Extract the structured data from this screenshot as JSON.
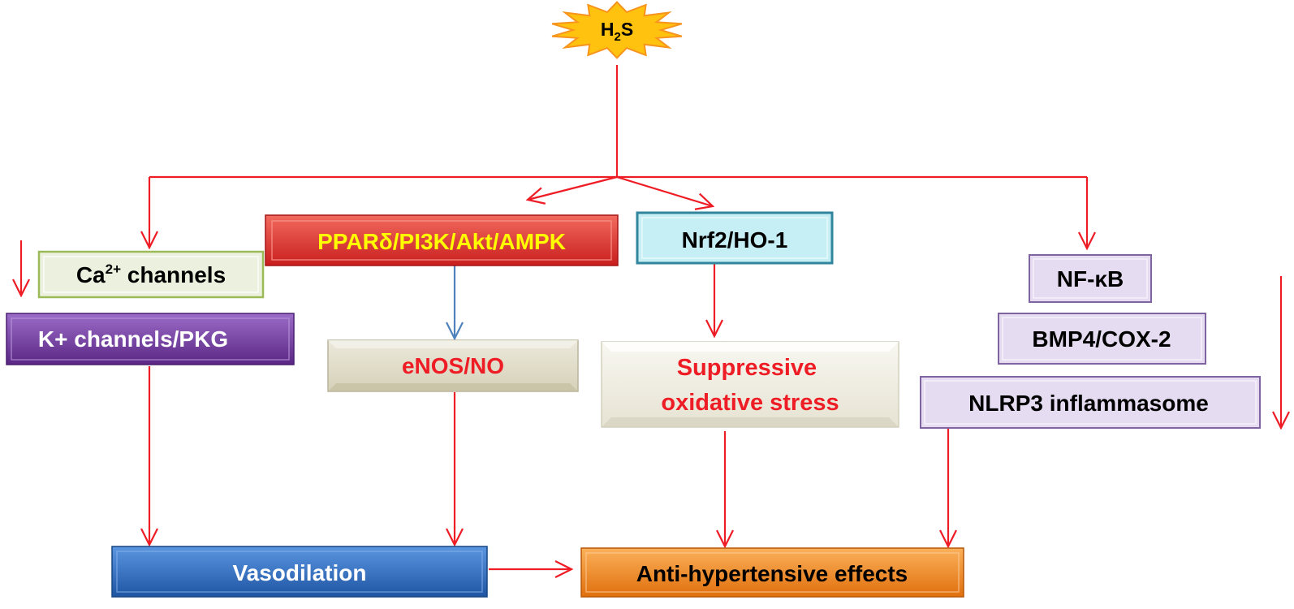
{
  "nodes": {
    "h2s": {
      "label_main": "H",
      "label_sub": "2",
      "label_end": "S"
    },
    "ca_channels": {
      "label_main": "Ca",
      "label_sup": "2+",
      "label_end": " channels"
    },
    "k_channels": {
      "label": "K+ channels/PKG"
    },
    "ppar": {
      "label": "PPARδ/PI3K/Akt/AMPK"
    },
    "nrf2": {
      "label": "Nrf2/HO-1"
    },
    "nfkb": {
      "label": "NF-κB"
    },
    "bmp4": {
      "label": "BMP4/COX-2"
    },
    "nlrp3": {
      "label": "NLRP3 inflammasome"
    },
    "enos": {
      "label": "eNOS/NO"
    },
    "oxidative": {
      "line1": "Suppressive",
      "line2": "oxidative stress"
    },
    "vasodilation": {
      "label": "Vasodilation"
    },
    "antihypertensive": {
      "label": "Anti-hypertensive effects"
    }
  },
  "colors": {
    "arrow_red": "#ee1c25",
    "arrow_blue": "#4f81bd",
    "burst_fill": "#ffc20e",
    "burst_stroke": "#f7941d",
    "ca_fill": "#ebf1de",
    "ca_border": "#9bbb59",
    "k_fill": "#7030a0",
    "ppar_fill": "#e8302a",
    "ppar_text": "#ffff00",
    "nrf2_fill": "#c6eef5",
    "nrf2_border": "#31859c",
    "nf_fill": "#e5dcf2",
    "nf_border": "#8064a2",
    "enos_fill": "#ddd9c3",
    "enos_text": "#ee1c25",
    "ox_fill": "#eeece1",
    "ox_text": "#ee1c25",
    "vaso_fill": "#2f6cbf",
    "anti_fill": "#f28b1d"
  }
}
